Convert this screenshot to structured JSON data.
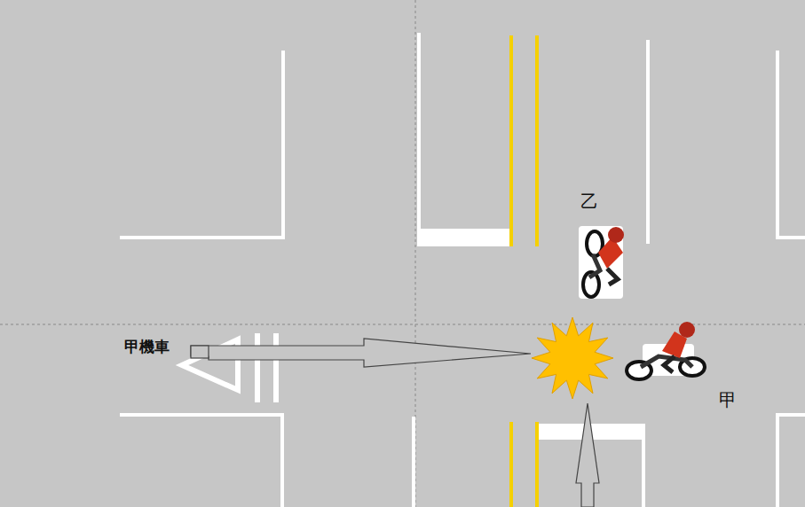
{
  "diagram": {
    "labels": [
      "甲機車",
      "乙",
      "甲"
    ]
  }
}
